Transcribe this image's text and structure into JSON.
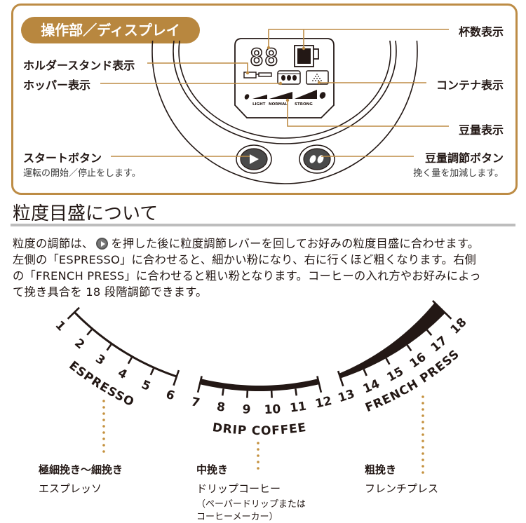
{
  "panel": {
    "title": "操作部／ディスプレイ",
    "display": {
      "digits": "88",
      "strength_labels": [
        "LIGHT",
        "NORMAL",
        "STRONG"
      ]
    },
    "callouts": {
      "cups": "杯数表示",
      "holder_stand": "ホルダースタンド表示",
      "hopper": "ホッパー表示",
      "container": "コンテナ表示",
      "bean_amount": "豆量表示",
      "start_button": "スタートボタン",
      "start_button_desc": "運転の開始／停止をします。",
      "bean_button": "豆量調節ボタン",
      "bean_button_desc": "挽く量を加減します。"
    },
    "accent_color": "#b8873f"
  },
  "grind": {
    "heading": "粒度目盛について",
    "para": {
      "line1a": "粒度の調節は、",
      "line1b": "を押した後に粒度調節レバーを回してお好みの粒度目盛に合わせます。",
      "line2": "左側の「ESPRESSO」に合わせると、細かい粉になり、右に行くほど粗くなります。右側",
      "line3": "の「FRENCH PRESS」に合わせると粗い粉となります。コーヒーの入れ方やお好みによっ",
      "line4": "て挽き具合を 18 段階調節できます。"
    },
    "dial": {
      "groups": [
        {
          "label": "ESPRESSO",
          "numbers": [
            "1",
            "2",
            "3",
            "4",
            "5",
            "6"
          ]
        },
        {
          "label": "DRIP COFFEE",
          "numbers": [
            "7",
            "8",
            "9",
            "10",
            "11",
            "12"
          ]
        },
        {
          "label": "FRENCH PRESS",
          "numbers": [
            "13",
            "14",
            "15",
            "16",
            "17",
            "18"
          ]
        }
      ]
    },
    "captions": [
      {
        "title": "極細挽き～細挽き",
        "desc": "エスプレッソ"
      },
      {
        "title": "中挽き",
        "desc": "ドリップコーヒー",
        "note1": "（ペーパードリップまたは",
        "note2": "コーヒーメーカー）"
      },
      {
        "title": "粗挽き",
        "desc": "フレンチプレス"
      }
    ]
  }
}
